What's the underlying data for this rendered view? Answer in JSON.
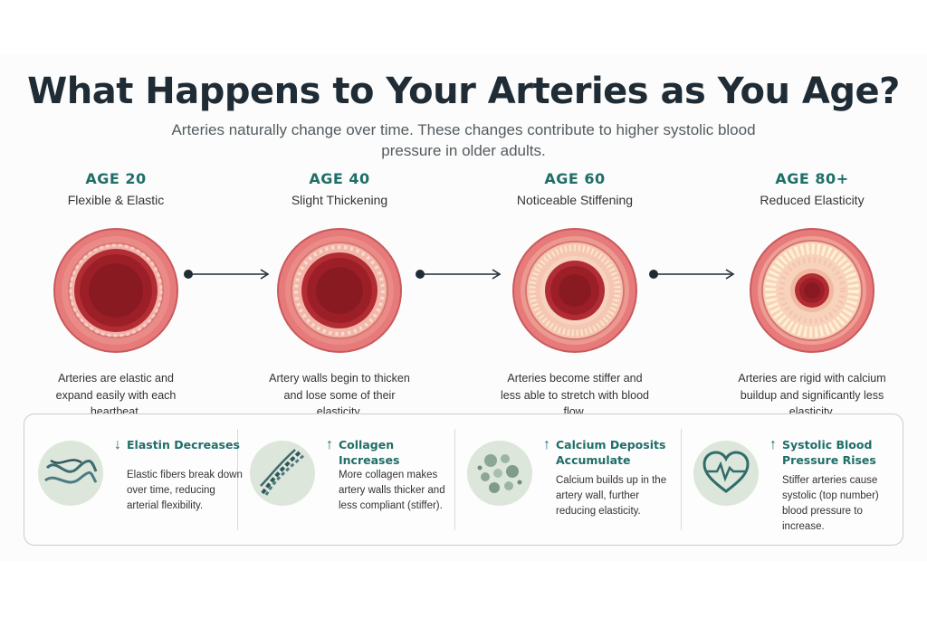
{
  "title": "What Happens to Your Arteries as You Age?",
  "subtitle": "Arteries naturally change over time. These changes contribute to higher systolic blood pressure in older adults.",
  "colors": {
    "accent": "#1f6e68",
    "artery_wall": "#e06a6c",
    "lumen": "#a8242c",
    "badge_bg": "#dde6da"
  },
  "stages": [
    {
      "age": "AGE 20",
      "label": "Flexible & Elastic",
      "description": "Arteries are elastic and expand easily with each heartbeat."
    },
    {
      "age": "AGE 40",
      "label": "Slight Thickening",
      "description": "Artery walls begin to thicken and lose some of their elasticity."
    },
    {
      "age": "AGE 60",
      "label": "Noticeable Stiffening",
      "description": "Arteries become stiffer and less able to stretch with blood flow."
    },
    {
      "age": "AGE 80+",
      "label": "Reduced Elasticity",
      "description": "Arteries are rigid with calcium buildup and significantly less elasticity."
    }
  ],
  "facts": [
    {
      "direction": "↓",
      "heading": "Elastin Decreases",
      "body": "Elastic fibers break down over time, reducing arterial flexibility.",
      "icon": "elastin-fibers-icon"
    },
    {
      "direction": "↑",
      "heading": "Collagen Increases",
      "body": "More collagen makes artery walls thicker and less compliant (stiffer).",
      "icon": "collagen-strands-icon"
    },
    {
      "direction": "↑",
      "heading": "Calcium Deposits Accumulate",
      "body": "Calcium builds up in the artery wall, further reducing elasticity.",
      "icon": "calcium-deposits-icon"
    },
    {
      "direction": "↑",
      "heading": "Systolic Blood Pressure Rises",
      "body": "Stiffer arteries cause systolic (top number) blood pressure to increase.",
      "icon": "heart-pulse-icon"
    }
  ]
}
